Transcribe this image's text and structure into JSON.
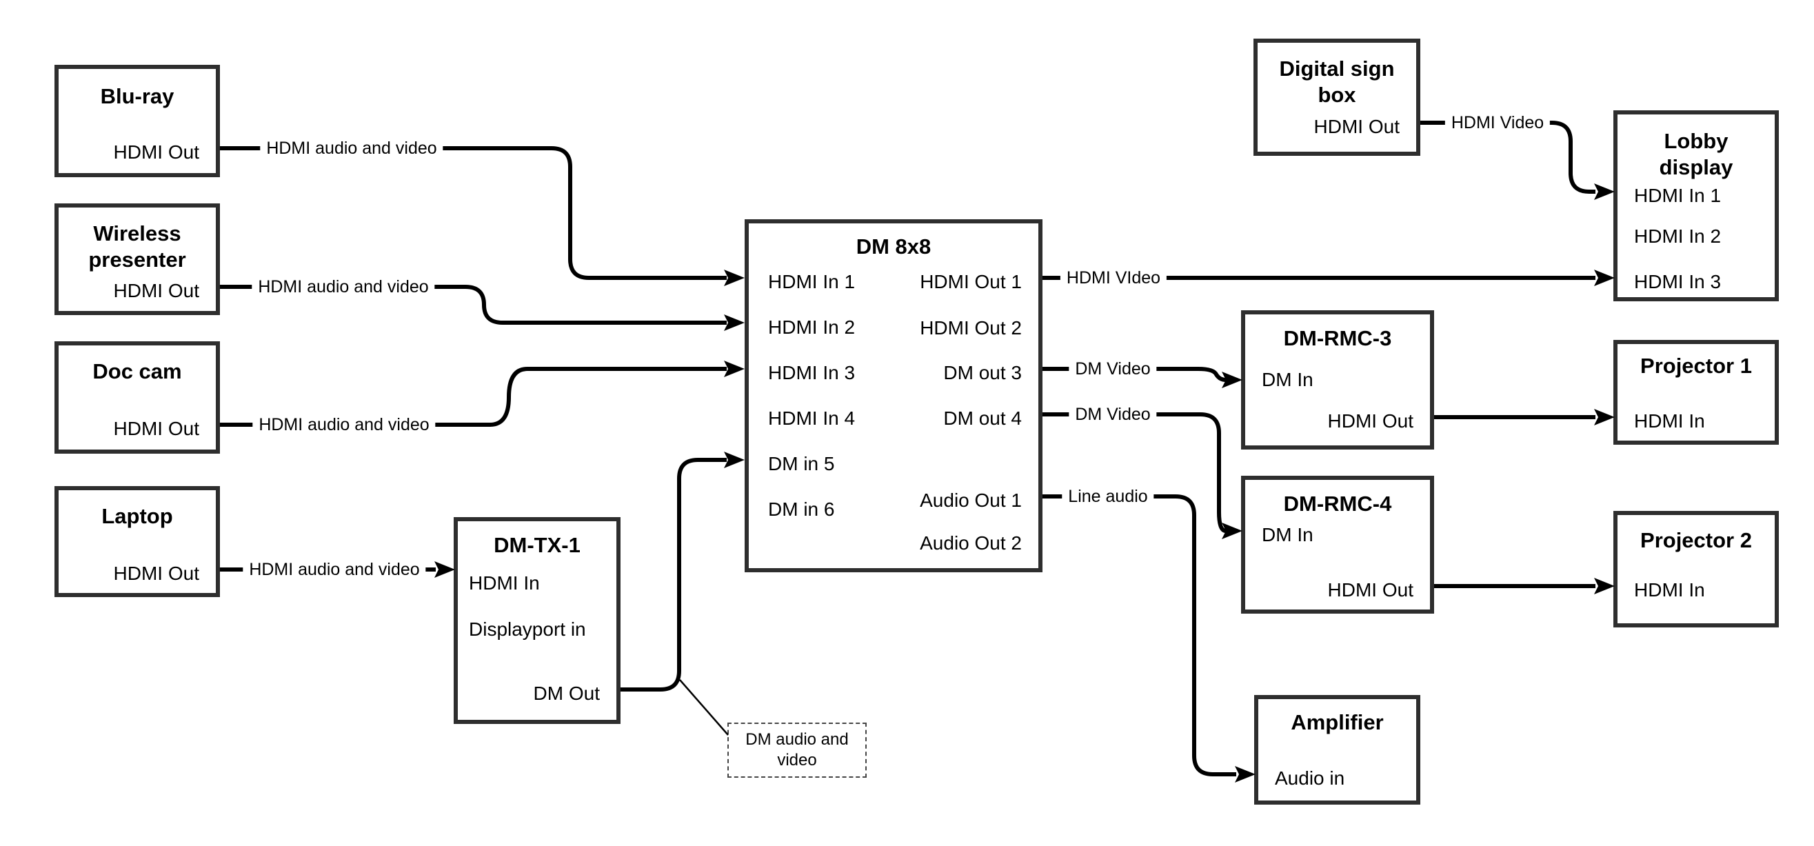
{
  "colors": {
    "wire": "#000000",
    "box_border": "#2e2e2e",
    "background": "#ffffff"
  },
  "nodes": {
    "bluray": {
      "title": "Blu-ray",
      "port": "HDMI Out"
    },
    "wireless": {
      "title_line1": "Wireless",
      "title_line2": "presenter",
      "port": "HDMI Out"
    },
    "doccam": {
      "title": "Doc cam",
      "port": "HDMI Out"
    },
    "laptop": {
      "title": "Laptop",
      "port": "HDMI Out"
    },
    "dmtx1": {
      "title": "DM-TX-1",
      "ports": [
        "HDMI In",
        "Displayport in",
        "DM Out"
      ]
    },
    "dm8x8": {
      "title": "DM 8x8",
      "inputs": [
        "HDMI In 1",
        "HDMI In 2",
        "HDMI In 3",
        "HDMI In 4",
        "DM in 5",
        "DM in 6"
      ],
      "outputs": [
        "HDMI Out 1",
        "HDMI Out 2",
        "DM out 3",
        "DM out 4",
        "Audio Out 1",
        "Audio Out 2"
      ]
    },
    "digital_sign": {
      "title_line1": "Digital sign",
      "title_line2": "box",
      "port": "HDMI Out"
    },
    "lobby_display": {
      "title_line1": "Lobby",
      "title_line2": "display",
      "ports": [
        "HDMI In 1",
        "HDMI In 2",
        "HDMI In 3"
      ]
    },
    "dm_rmc3": {
      "title": "DM-RMC-3",
      "ports": [
        "DM In",
        "HDMI Out"
      ]
    },
    "projector1": {
      "title": "Projector 1",
      "port": "HDMI In"
    },
    "dm_rmc4": {
      "title": "DM-RMC-4",
      "ports": [
        "DM In",
        "HDMI Out"
      ]
    },
    "projector2": {
      "title": "Projector 2",
      "port": "HDMI In"
    },
    "amplifier": {
      "title": "Amplifier",
      "port": "Audio in"
    }
  },
  "wire_labels": {
    "bluray_to_dm8x8": "HDMI audio and video",
    "wireless_to_dm8x8": "HDMI audio and video",
    "doccam_to_dm8x8": "HDMI audio and video",
    "laptop_to_dmtx1": "HDMI audio and video",
    "hdmi_out1_to_lobby": "HDMI VIdeo",
    "digital_sign_to_lobby": "HDMI Video",
    "dm_out3_to_rmc3": "DM Video",
    "dm_out4_to_rmc4": "DM Video",
    "audio_out1_to_amp": "Line audio",
    "callout_line1": "DM audio and",
    "callout_line2": "video"
  }
}
